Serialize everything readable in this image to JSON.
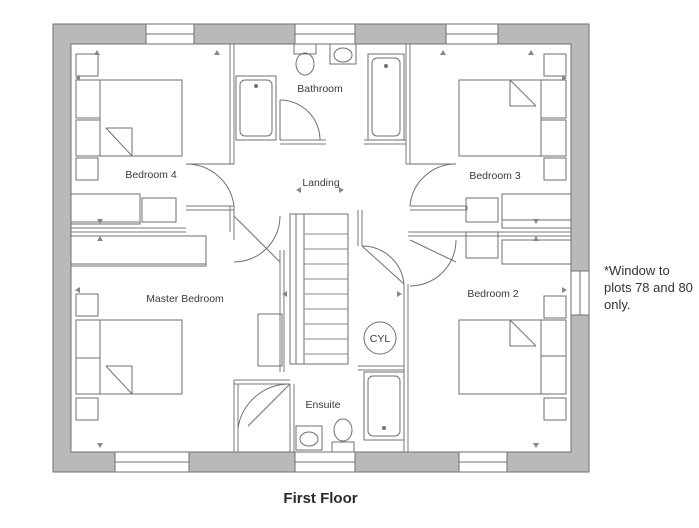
{
  "floor_title": "First Floor",
  "window_note": "*Window to plots 78 and 80 only.",
  "rooms": {
    "bathroom": "Bathroom",
    "bedroom4": "Bedroom 4",
    "landing": "Landing",
    "bedroom3": "Bedroom 3",
    "master": "Master Bedroom",
    "bedroom2": "Bedroom 2",
    "ensuite": "Ensuite",
    "cylinder": "CYL"
  }
}
